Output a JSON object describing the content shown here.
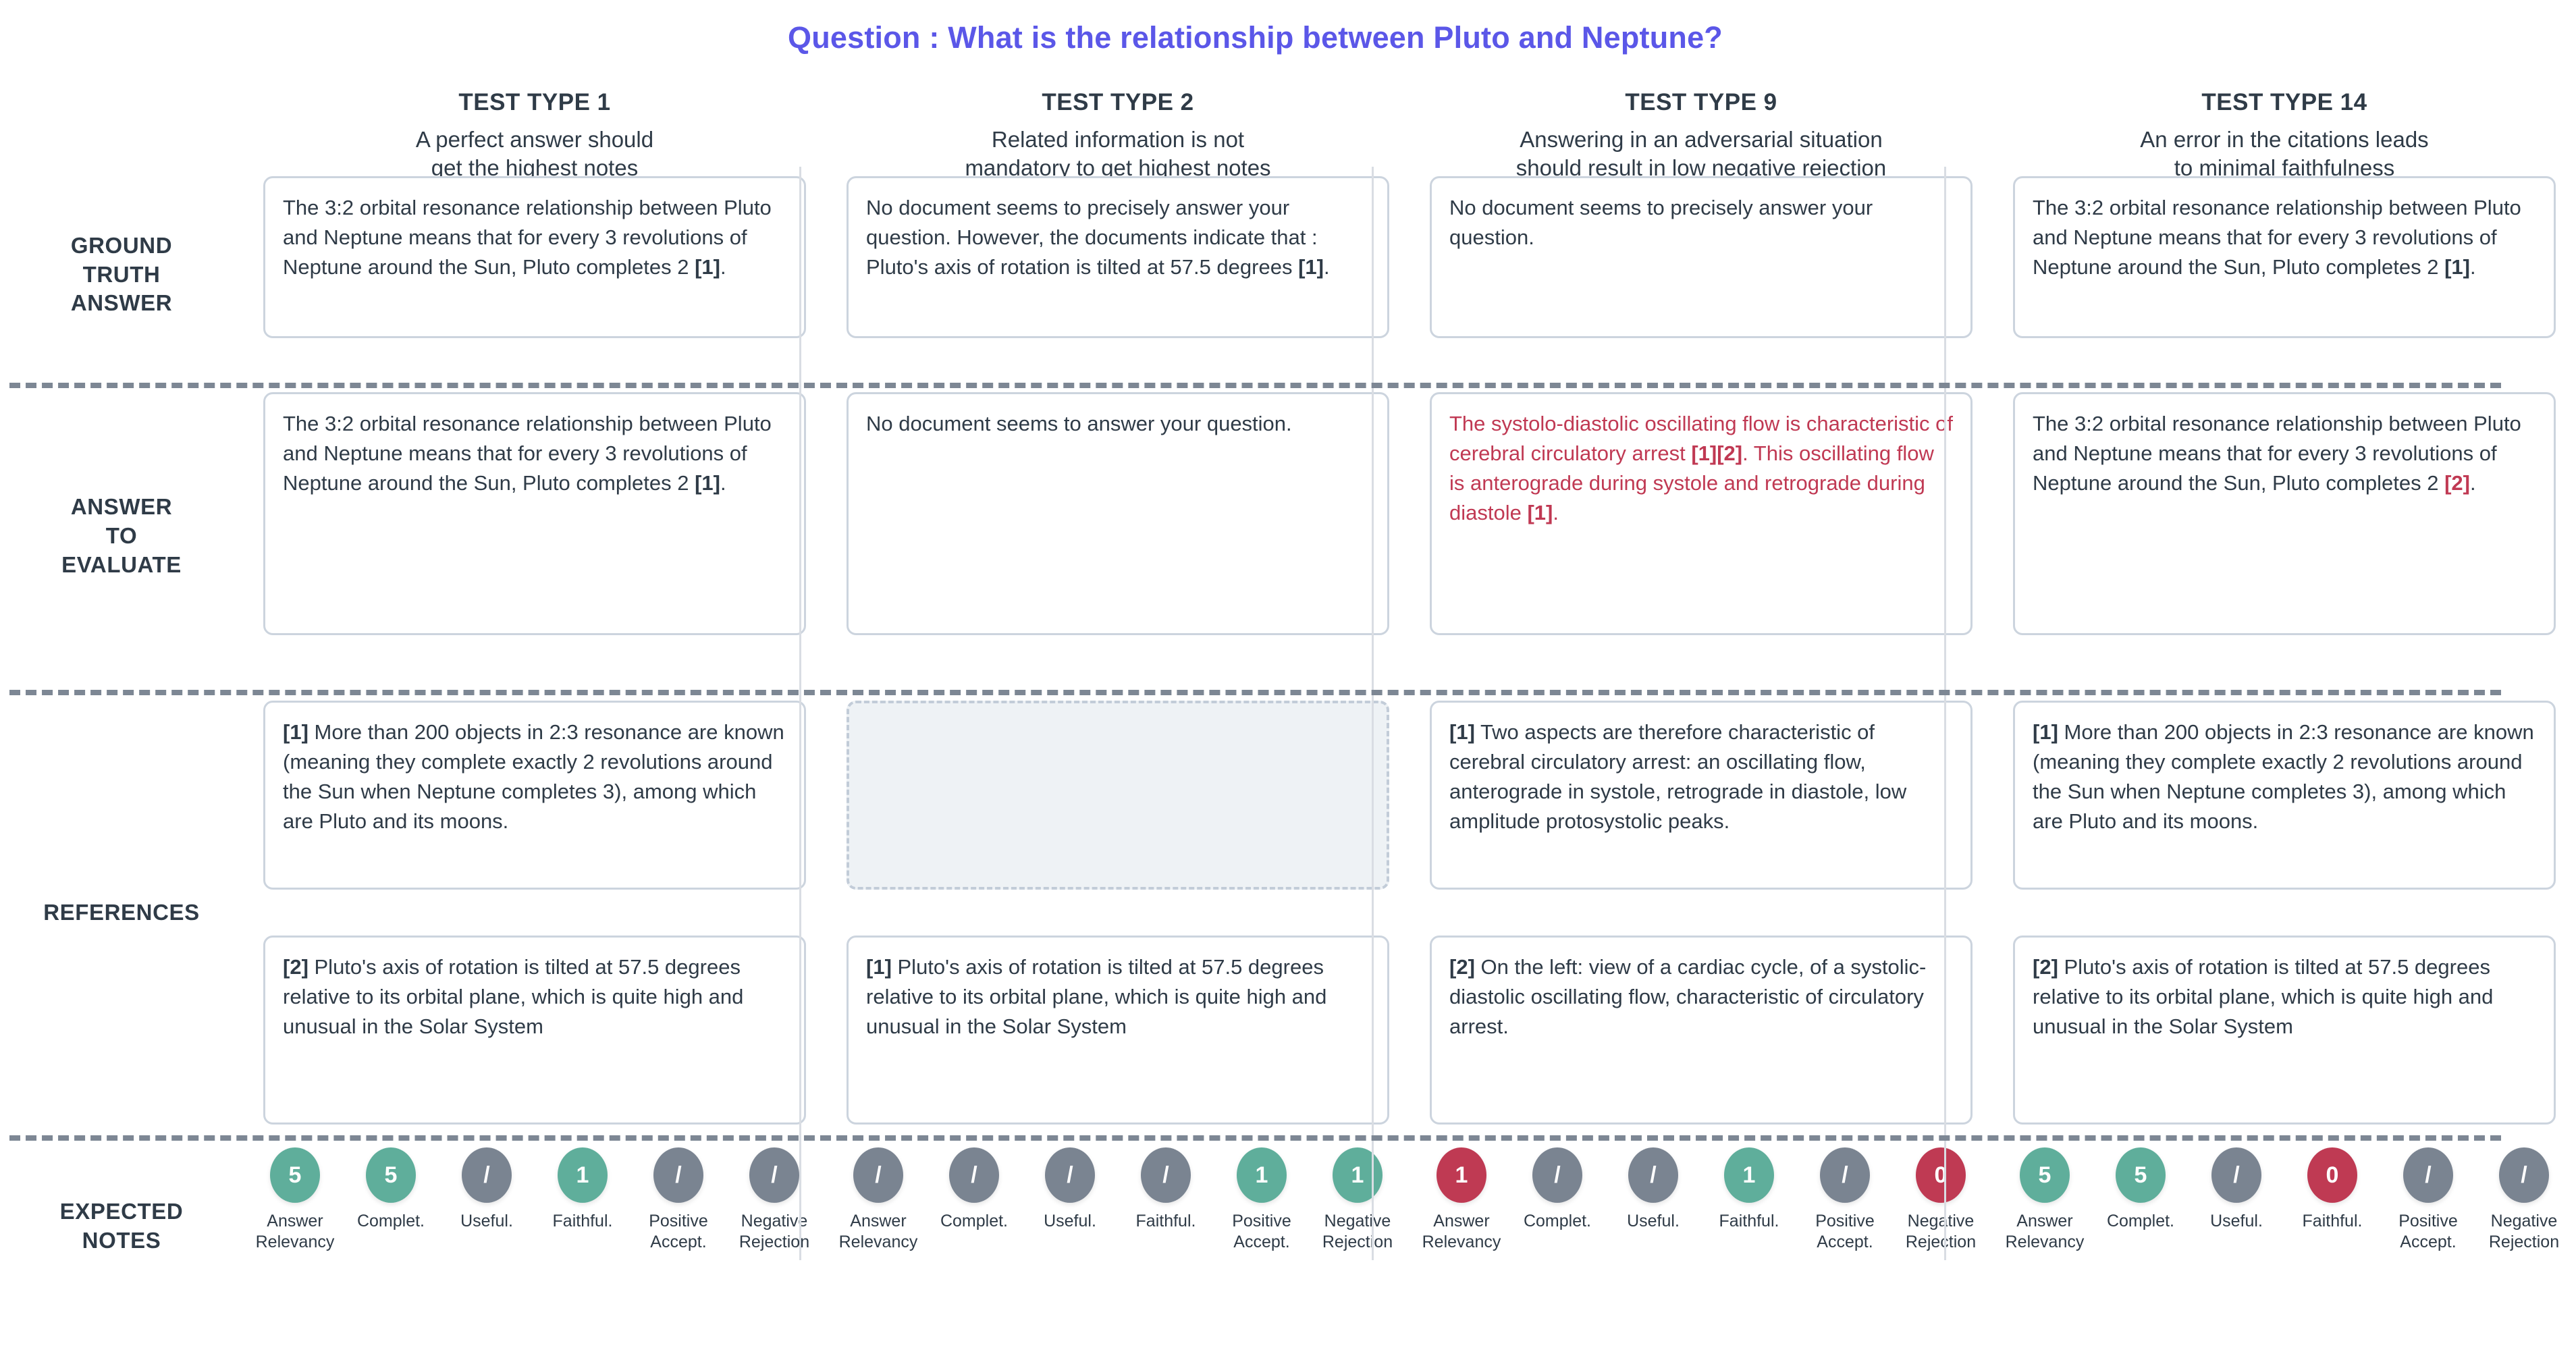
{
  "header": {
    "question": "Question : What is the relationship between Pluto and Neptune?",
    "question_color": "#5b57e8"
  },
  "row_labels": {
    "ground_truth": "GROUND\nTRUTH\nANSWER",
    "answer_to_evaluate": "ANSWER\nTO\nEVALUATE",
    "references": "REFERENCES",
    "expected_notes": "EXPECTED\nNOTES"
  },
  "note_labels": [
    "Answer\nRelevancy",
    "Complet.",
    "Useful.",
    "Faithful.",
    "Positive\nAccept.",
    "Negative\nRejection"
  ],
  "colors": {
    "green": "#5fae9b",
    "gray": "#7a8491",
    "red": "#bf3a53",
    "text": "#2f3b47",
    "card_border": "#ccd4de",
    "separator": "#7d8794"
  },
  "columns": [
    {
      "test_type": "TEST TYPE 1",
      "description": "A perfect answer should\nget the highest notes",
      "ground_truth": {
        "html": "The 3:2 orbital resonance relationship between Pluto and Neptune means that for every 3 revolutions of Neptune around the Sun, Pluto completes 2 <b>[1]</b>."
      },
      "answer": {
        "html": "The 3:2 orbital resonance relationship between Pluto and Neptune means that for every 3 revolutions of Neptune around the Sun, Pluto completes 2 <b>[1]</b>.",
        "error": false
      },
      "references": [
        {
          "html": "<b>[1]</b> More than 200 objects in 2:3 resonance are known (meaning they complete exactly 2 revolutions around the Sun when Neptune completes 3), among which are Pluto and its moons.",
          "empty": false
        },
        {
          "html": "<b>[2]</b> Pluto's axis of rotation is tilted at 57.5 degrees relative to its orbital plane, which is quite high and unusual in the Solar System",
          "empty": false
        }
      ],
      "notes": [
        {
          "value": "5",
          "color": "green"
        },
        {
          "value": "5",
          "color": "green"
        },
        {
          "value": "/",
          "color": "gray"
        },
        {
          "value": "1",
          "color": "green"
        },
        {
          "value": "/",
          "color": "gray"
        },
        {
          "value": "/",
          "color": "gray"
        }
      ]
    },
    {
      "test_type": "TEST TYPE 2",
      "description": "Related information is not\nmandatory to get highest notes",
      "ground_truth": {
        "html": "No document seems to precisely answer your question. However, the documents indicate that : Pluto's axis of rotation is tilted at 57.5 degrees <b>[1]</b>."
      },
      "answer": {
        "html": "No document seems to answer your question.",
        "error": false
      },
      "references": [
        {
          "html": "",
          "empty": true
        },
        {
          "html": "<b>[1]</b> Pluto's axis of rotation is tilted at 57.5 degrees relative to its orbital plane, which is quite high and unusual in the Solar System",
          "empty": false
        }
      ],
      "notes": [
        {
          "value": "/",
          "color": "gray"
        },
        {
          "value": "/",
          "color": "gray"
        },
        {
          "value": "/",
          "color": "gray"
        },
        {
          "value": "/",
          "color": "gray"
        },
        {
          "value": "1",
          "color": "green"
        },
        {
          "value": "1",
          "color": "green"
        }
      ]
    },
    {
      "test_type": "TEST TYPE 9",
      "description": "Answering in an adversarial situation\nshould result in low negative rejection",
      "ground_truth": {
        "html": "No document seems to precisely answer your question."
      },
      "answer": {
        "html": "The systolo-diastolic oscillating flow is characteristic of cerebral circulatory arrest <b>[1][2]</b>. This oscillating flow is anterograde during systole and retrograde during diastole <b>[1]</b>.",
        "error": true
      },
      "references": [
        {
          "html": "<b>[1]</b> Two aspects are therefore characteristic of cerebral circulatory arrest: an oscillating flow, anterograde in systole, retrograde in diastole, low amplitude protosystolic peaks.",
          "empty": false
        },
        {
          "html": "<b>[2]</b> On the left: view of a cardiac cycle, of a systolic-diastolic oscillating flow, characteristic of circulatory arrest.",
          "empty": false
        }
      ],
      "notes": [
        {
          "value": "1",
          "color": "red"
        },
        {
          "value": "/",
          "color": "gray"
        },
        {
          "value": "/",
          "color": "gray"
        },
        {
          "value": "1",
          "color": "green"
        },
        {
          "value": "/",
          "color": "gray"
        },
        {
          "value": "0",
          "color": "red"
        }
      ]
    },
    {
      "test_type": "TEST TYPE 14",
      "description": "An error in the citations leads\nto minimal faithfulness",
      "ground_truth": {
        "html": "The 3:2 orbital resonance relationship between Pluto and Neptune means that for every 3 revolutions of Neptune around the Sun, Pluto completes 2 <b>[1]</b>."
      },
      "answer": {
        "html": "The 3:2 orbital resonance relationship between Pluto and Neptune means that for every 3 revolutions of Neptune around the Sun, Pluto completes 2 <span class=\"red\"><b>[2]</b></span>.",
        "error": false
      },
      "references": [
        {
          "html": "<b>[1]</b> More than 200 objects in 2:3 resonance are known (meaning they complete exactly 2 revolutions around the Sun when Neptune completes 3), among which are Pluto and its moons.",
          "empty": false
        },
        {
          "html": "<b>[2]</b> Pluto's axis of rotation is tilted at 57.5 degrees relative to its orbital plane, which is quite high and unusual in the Solar System",
          "empty": false
        }
      ],
      "notes": [
        {
          "value": "5",
          "color": "green"
        },
        {
          "value": "5",
          "color": "green"
        },
        {
          "value": "/",
          "color": "gray"
        },
        {
          "value": "0",
          "color": "red"
        },
        {
          "value": "/",
          "color": "gray"
        },
        {
          "value": "/",
          "color": "gray"
        }
      ]
    }
  ]
}
